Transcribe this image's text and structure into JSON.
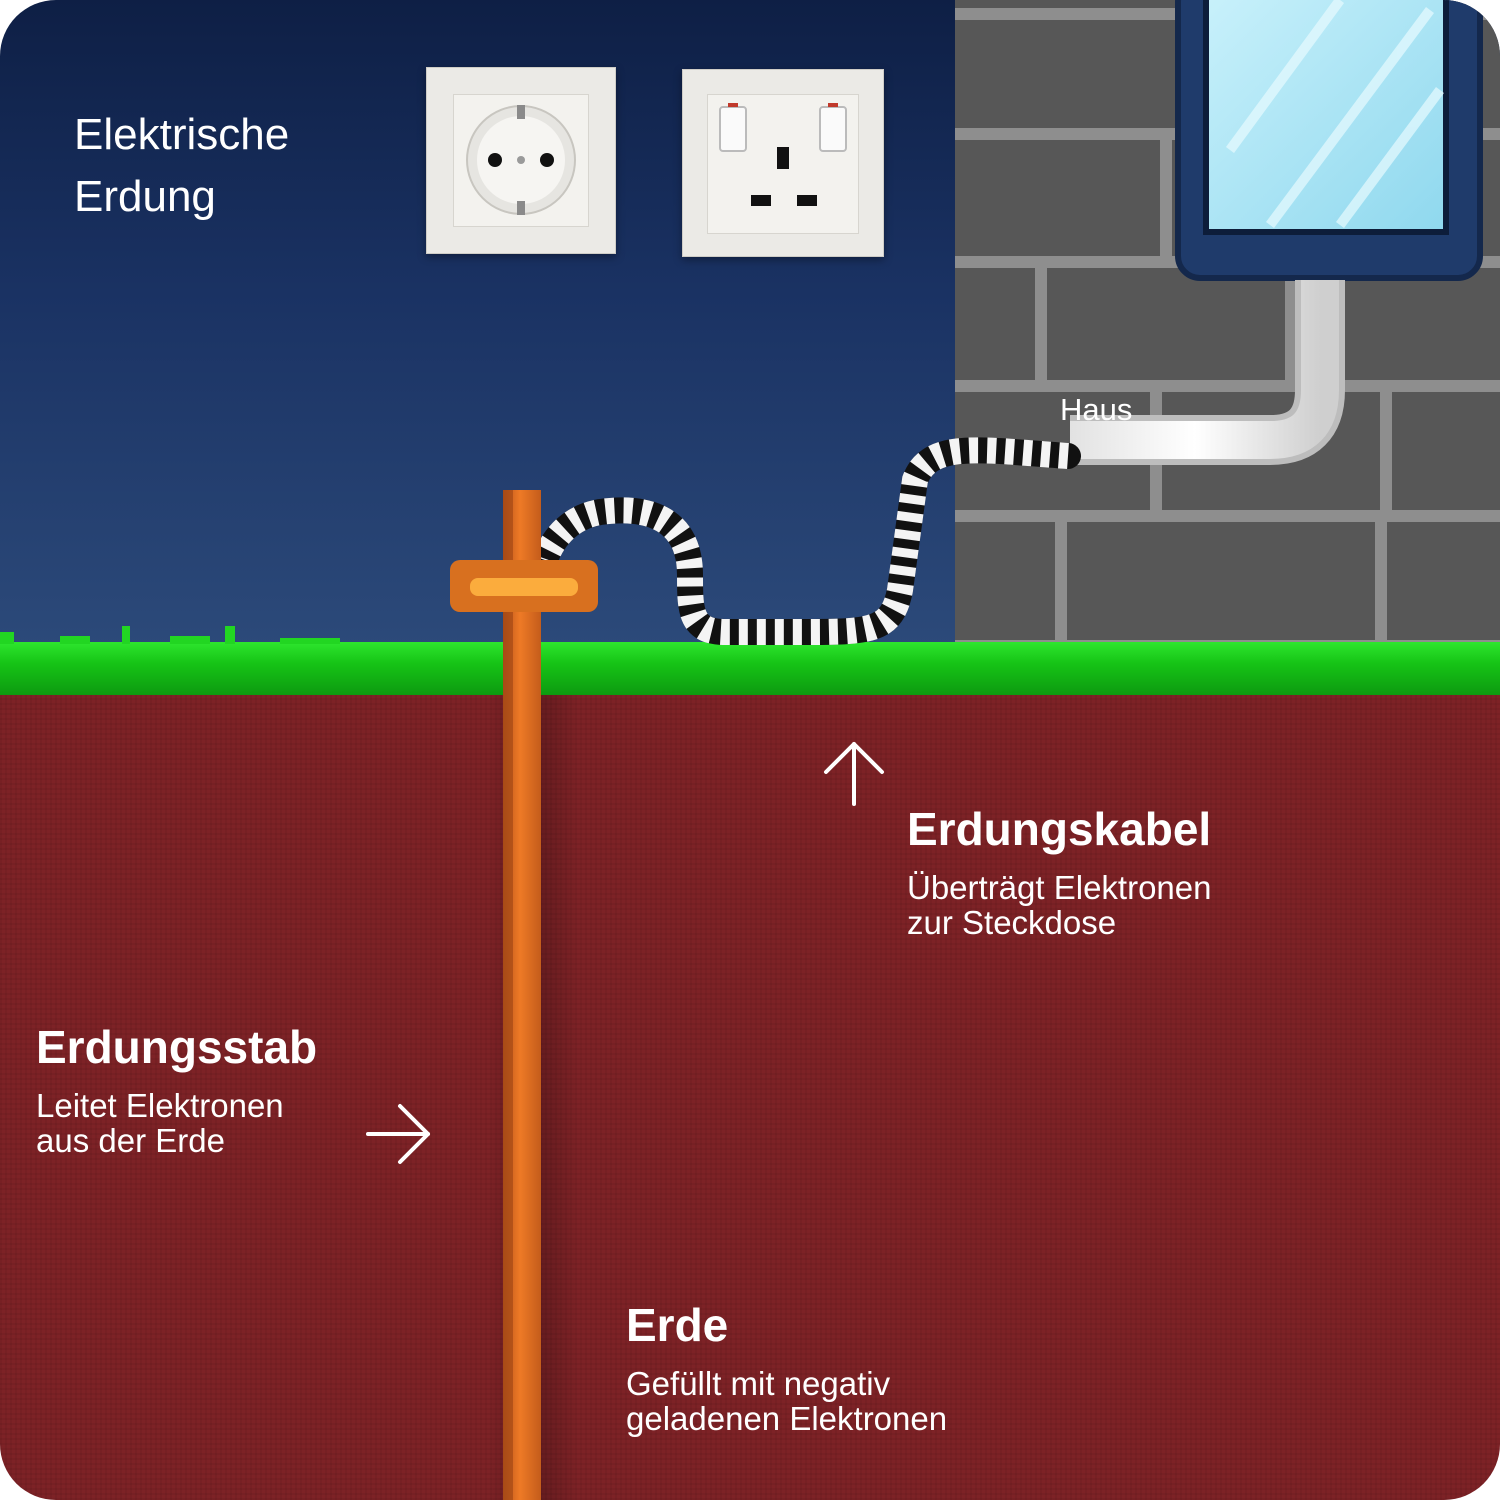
{
  "title_lines": [
    "Elektrische",
    "Erdung"
  ],
  "house_label": "Haus",
  "labels": {
    "cable": {
      "title": "Erdungskabel",
      "desc_lines": [
        "Überträgt Elektronen",
        "zur Steckdose"
      ]
    },
    "rod": {
      "title": "Erdungsstab",
      "desc_lines": [
        "Leitet Elektronen",
        "aus der Erde"
      ]
    },
    "earth": {
      "title": "Erde",
      "desc_lines": [
        "Gefüllt mit negativ",
        "geladenen Elektronen"
      ]
    }
  },
  "icons": {
    "cable_arrow": "arrow-up-icon",
    "rod_arrow": "arrow-right-icon",
    "socket_eu": "schuko-socket-icon",
    "socket_uk": "uk-socket-icon"
  },
  "colors": {
    "sky_top": "#0e1f45",
    "sky_bottom": "#2c4a7a",
    "grass": "#16c416",
    "soil": "#7d2226",
    "rod": "#d96a1e",
    "wall": "#575757",
    "window_frame": "#1f3b6b",
    "window_glass": "#a7e4f5"
  }
}
